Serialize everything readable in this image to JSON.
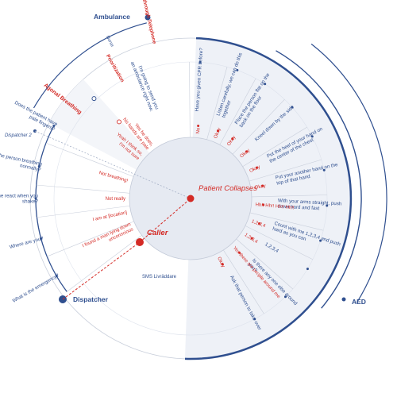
{
  "colors": {
    "blue": "#2f4f8f",
    "red": "#d42a25",
    "light_bg": "#eef1f7",
    "center_bg": "#e6eaf2",
    "gray_line": "#c9cfdb"
  },
  "labels": {
    "ambulance": "Ambulance",
    "nurse": "Nurse",
    "cpr_telephone": "CPR through Telephone",
    "prioritization": "Prioritization",
    "dispatcher2": "Dispatcher 2",
    "agonal_breathing": "Agonal Breathing",
    "dispatcher": "Dispatcher",
    "aed": "AED",
    "patient_collapses": "Patient Collapses",
    "caller": "Caller",
    "sms": "SMS Livräddare"
  },
  "dispatcher_lines": [
    "What is the emergency?",
    "Where are you?",
    "Does he react when you|shake?",
    "Is the person breathing|normally?",
    "Does the patient have|pale fingers?"
  ],
  "caller_lines": [
    "I found a man lying down|unconscious",
    "I am at [location]",
    "Not really",
    "Not breathing!",
    "Yeah I think so,|I'm not sure",
    "Yes he does,|his hands are pale"
  ],
  "nurse_lines": [
    "I'm going to send you|an ambulance right now."
  ],
  "cpr_instructions": [
    "Have you given CPR before?",
    "Listen carefully, we can do this|together",
    "Place the person flat on the|back on the floor",
    "Kneel down by the side",
    "Put the heel of your hand on|the center of the chest",
    "Put your another hand on the|top of that hand",
    "With your arms straight, push|down hard and fast",
    "Count with me 1,2,3,4 and push|hard as you can",
    "1,2,3,4",
    "Is there any one else around|you?",
    "Ask that person to take over"
  ],
  "caller_responses": [
    "No",
    "Okay",
    "Okay",
    "Okay",
    "Okay",
    "Okay",
    "Hh!! Hh!! Hh!! Hh!!",
    "1,2,3,4",
    "1,2,3,4",
    "Yes there are people around me",
    "Okay"
  ]
}
